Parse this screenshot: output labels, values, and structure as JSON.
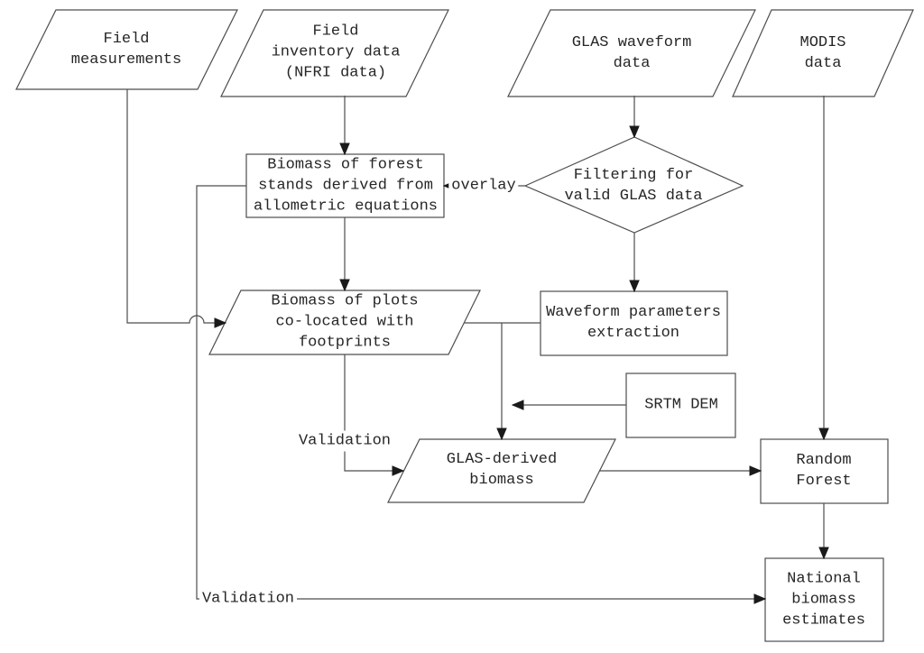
{
  "diagram": {
    "title_semantic": "biomass-estimation-flowchart",
    "colors": {
      "background": "#ffffff",
      "line": "#4d4d4d",
      "arrowhead": "#1a1a1a",
      "text": "#262626"
    },
    "nodes": {
      "field_measurements": {
        "shape": "parallelogram",
        "label": "Field\nmeasurements"
      },
      "field_inventory": {
        "shape": "parallelogram",
        "label": "Field\ninventory data\n(NFRI data)"
      },
      "glas_waveform": {
        "shape": "parallelogram",
        "label": "GLAS waveform\ndata"
      },
      "modis": {
        "shape": "parallelogram",
        "label": "MODIS\ndata"
      },
      "biomass_forest_stands": {
        "shape": "rectangle",
        "label": "Biomass of forest\nstands derived from\nallometric equations"
      },
      "filtering": {
        "shape": "diamond",
        "label": "Filtering for\nvalid GLAS data"
      },
      "biomass_plots": {
        "shape": "parallelogram",
        "label": "Biomass of plots\nco-located with\nfootprints"
      },
      "waveform_params": {
        "shape": "rectangle",
        "label": "Waveform parameters\nextraction"
      },
      "srtm_dem": {
        "shape": "rectangle",
        "label": "SRTM DEM"
      },
      "glas_derived_biomass": {
        "shape": "parallelogram",
        "label": "GLAS-derived\nbiomass"
      },
      "random_forest": {
        "shape": "rectangle",
        "label": "Random Forest"
      },
      "national_biomass": {
        "shape": "rectangle",
        "label": "National\nbiomass\nestimates"
      }
    },
    "edge_labels": {
      "overlay": "overlay",
      "validation_mid": "Validation",
      "validation_bottom": "Validation"
    }
  }
}
